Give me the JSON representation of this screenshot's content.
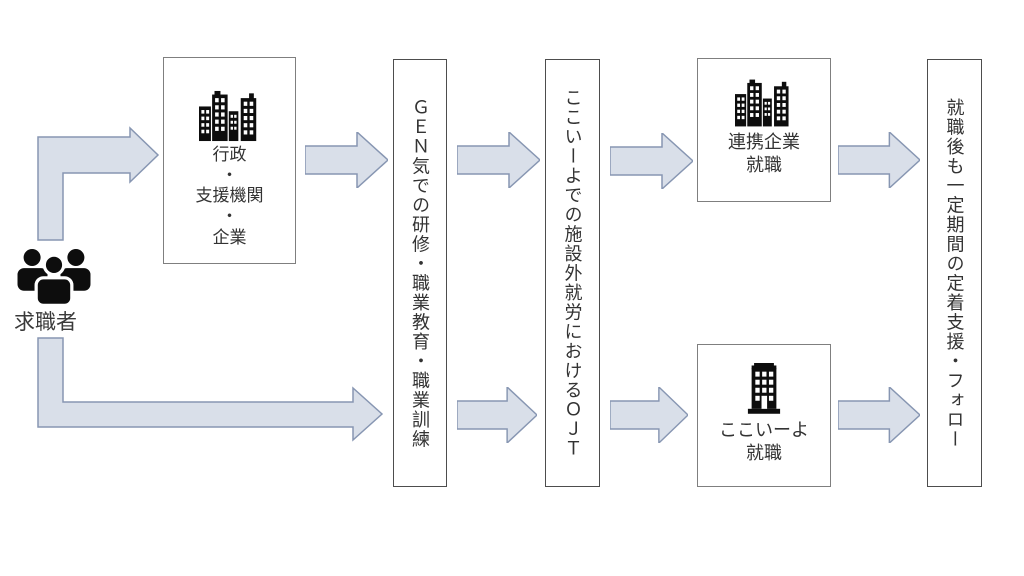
{
  "diagram": {
    "description": "employment support flow diagram",
    "actor": {
      "label": "求職者",
      "icon": "people-group-icon"
    },
    "nodes": {
      "agencies": {
        "icon": "city-buildings-icon",
        "lines": [
          "行政",
          "・",
          "支援機関",
          "・",
          "企業"
        ]
      },
      "training": {
        "text": "ＧＥＮ気での研修・職業教育・職業訓練"
      },
      "ojt": {
        "text": "ここいーよでの施設外就労におけるＯＪＴ"
      },
      "partner": {
        "icon": "city-buildings-icon",
        "lines": [
          "連携企業",
          "就職"
        ]
      },
      "kokoiyo": {
        "icon": "office-building-icon",
        "lines": [
          "ここいーよ",
          "就職"
        ]
      },
      "follow": {
        "text": "就職後も一定期間の定着支援・フォロー"
      }
    },
    "arrows": [
      "actor-to-agencies-bent-arrow",
      "actor-to-training-bent-arrow",
      "agencies-to-training-arrow",
      "training-to-ojt-top-arrow",
      "ojt-to-partner-arrow",
      "partner-to-follow-arrow",
      "training-to-ojt-bottom-arrow",
      "ojt-to-kokoiyo-arrow",
      "kokoiyo-to-follow-arrow"
    ]
  },
  "colors": {
    "arrow_fill": "#d9dfe9",
    "arrow_stroke": "#8796b2",
    "box_border": "#7f7f7f",
    "tall_box_border": "#4d4d4d",
    "icon": "#0d0d0d"
  }
}
